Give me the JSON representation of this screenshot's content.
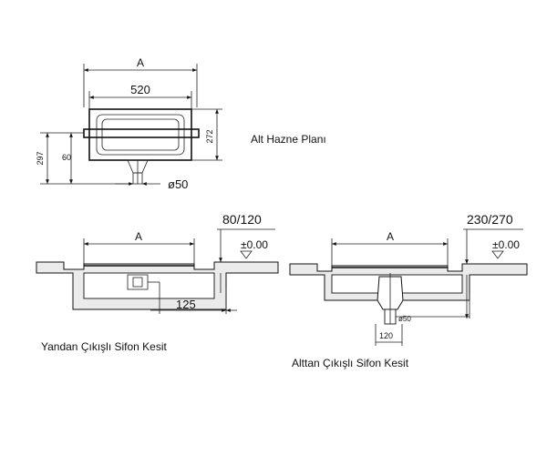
{
  "plan": {
    "title": "Alt Hazne Planı",
    "dim_a": "A",
    "dim_width": "520",
    "dim_depth_outer": "272",
    "dim_total_left": "297",
    "dim_small_left": "60",
    "dim_pipe": "ø50"
  },
  "side_section": {
    "caption": "Yandan Çıkışlı Sifon Kesit",
    "dim_a": "A",
    "height_range": "80/120",
    "level": "±0.00",
    "offset": "125"
  },
  "bottom_section": {
    "caption": "Alttan Çıkışlı Sifon Kesit",
    "dim_a": "A",
    "height_range": "230/270",
    "level": "±0.00",
    "pipe": "ø50",
    "offset": "120"
  }
}
